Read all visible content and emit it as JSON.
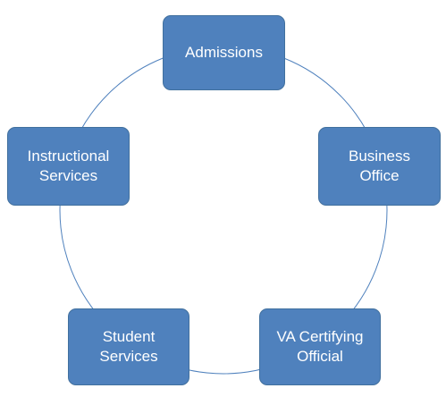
{
  "diagram": {
    "type": "cycle",
    "line_color": "#4f81bd",
    "node_fill": "#4f81bd",
    "node_border": "#41709e",
    "text_color": "#ffffff",
    "nodes": [
      {
        "label": "Admissions"
      },
      {
        "label": "Business\nOffice"
      },
      {
        "label": "VA Certifying\nOfficial"
      },
      {
        "label": "Student\nServices"
      },
      {
        "label": "Instructional\nServices"
      }
    ]
  }
}
